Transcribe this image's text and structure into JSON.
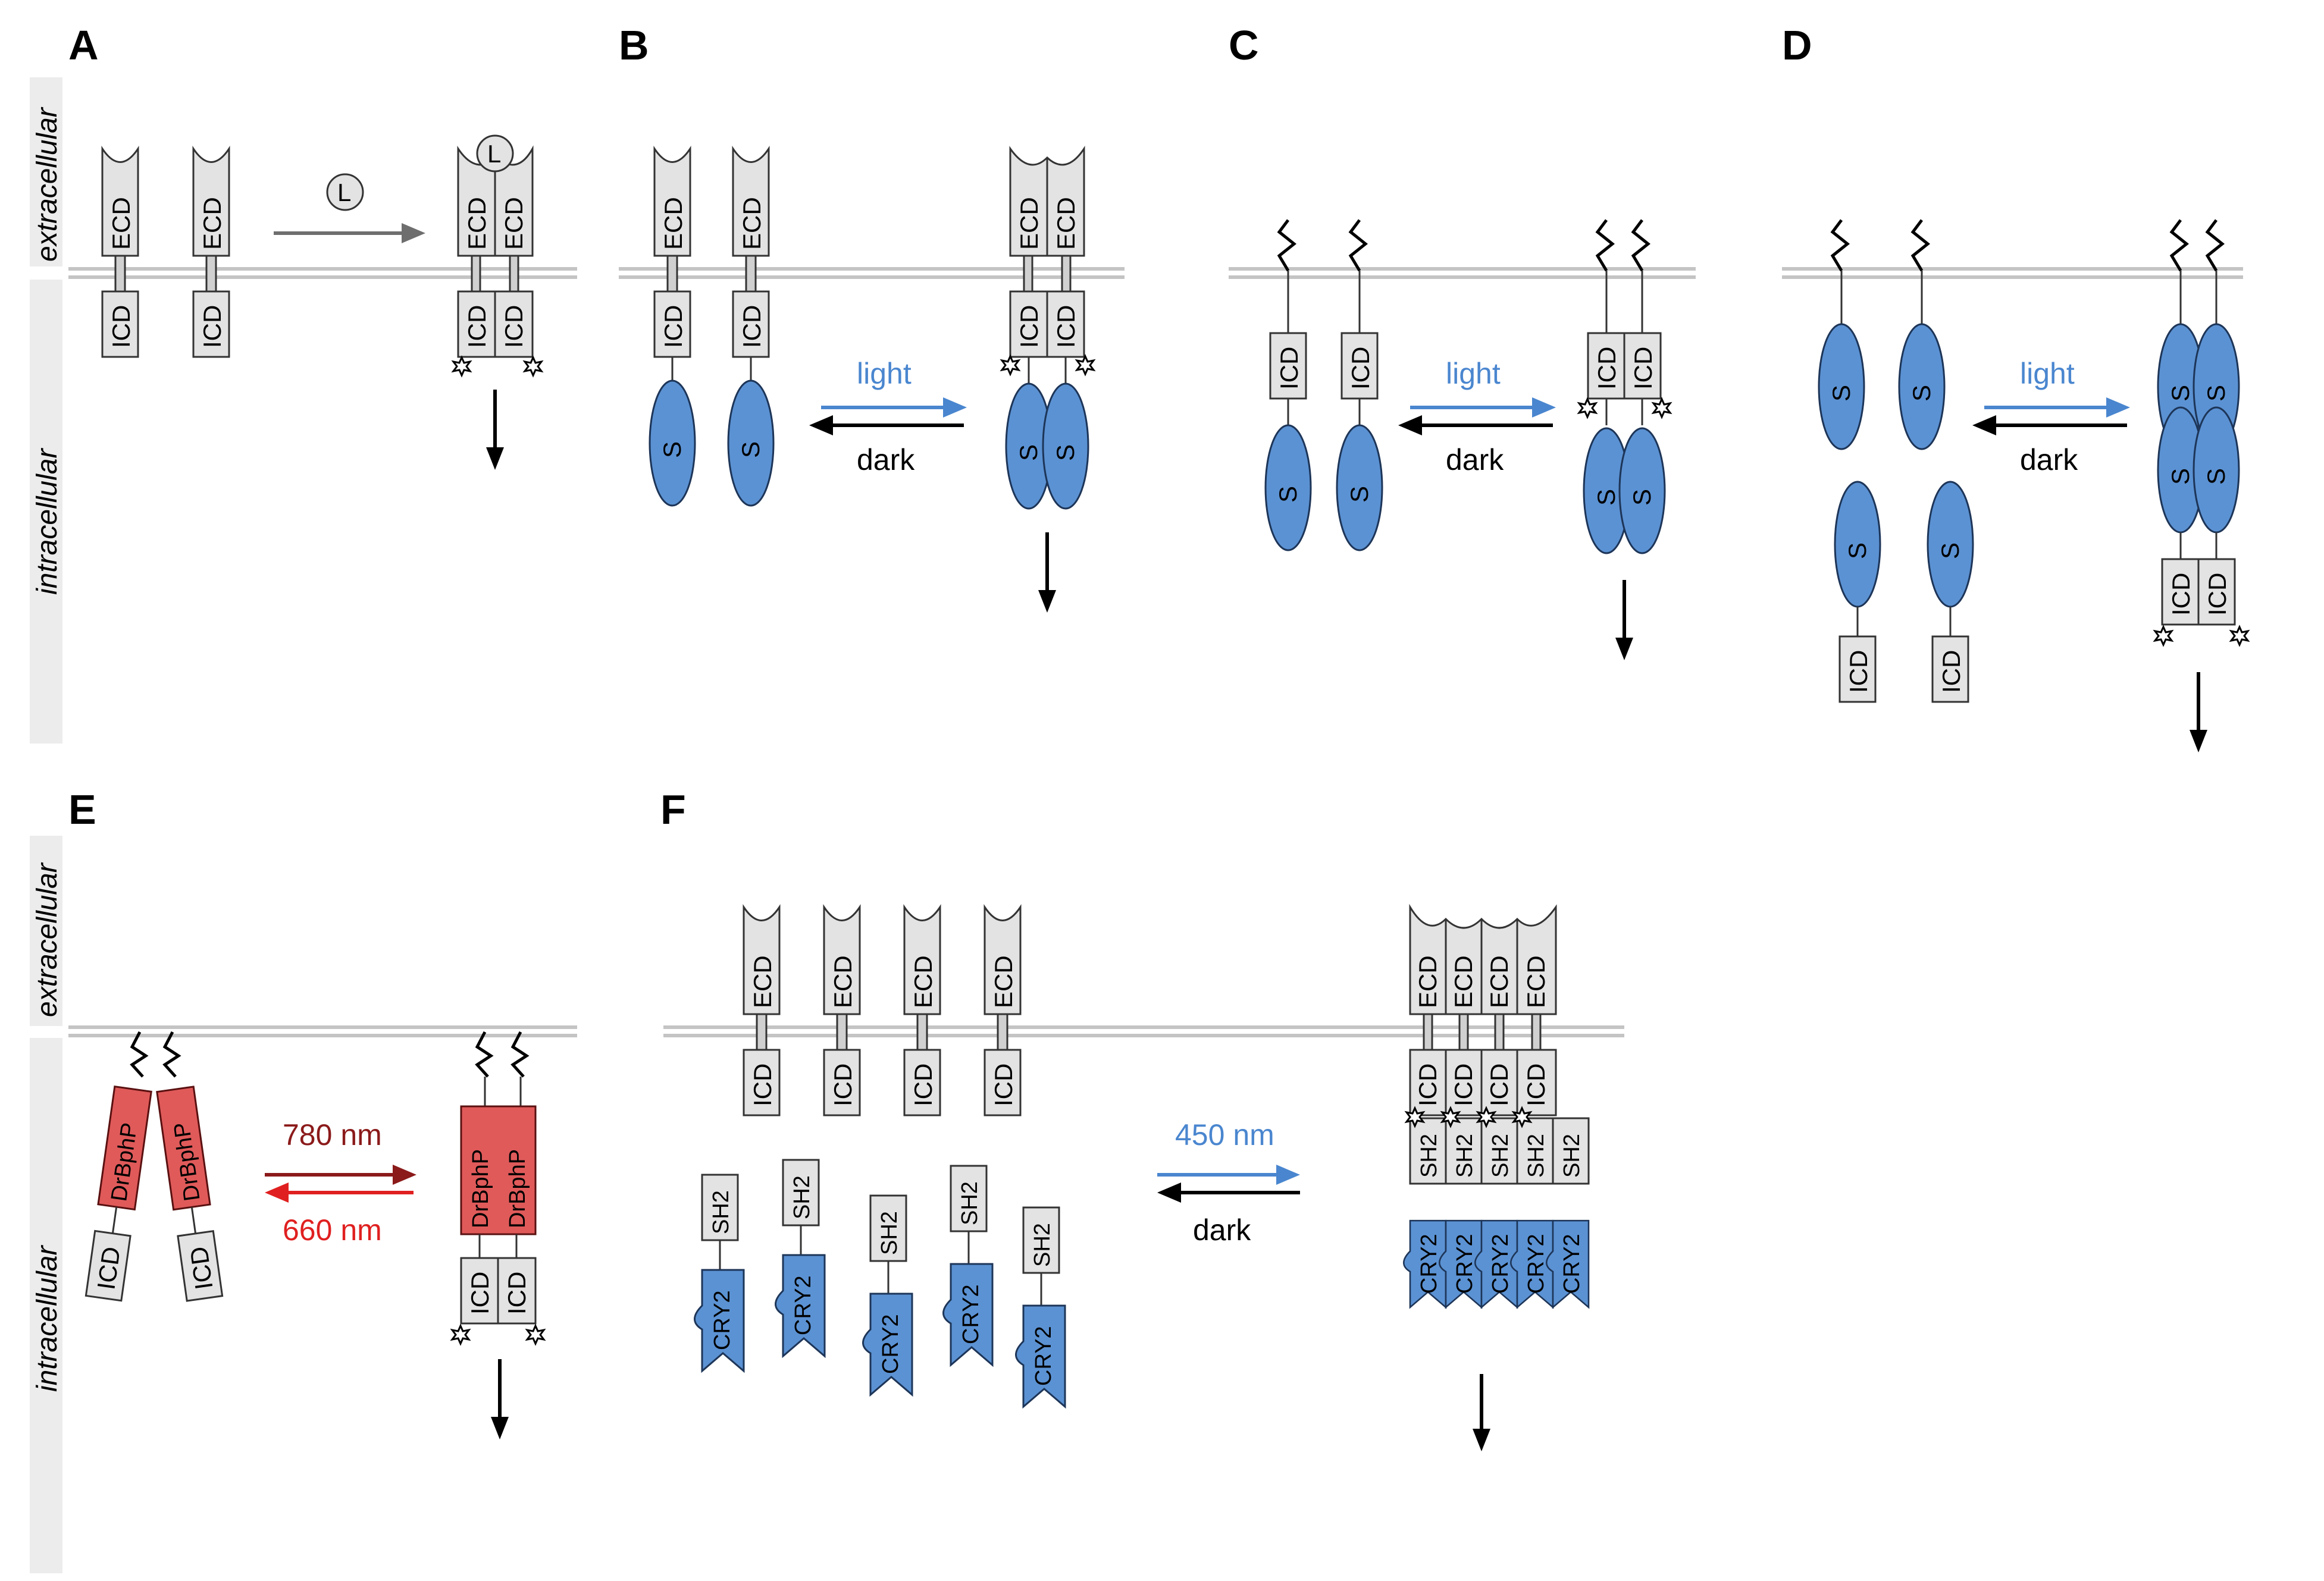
{
  "panels": {
    "A": "A",
    "B": "B",
    "C": "C",
    "D": "D",
    "E": "E",
    "F": "F"
  },
  "compartments": {
    "extracellular": "extracellular",
    "intracellular": "intracellular"
  },
  "domains": {
    "ecd": "ECD",
    "icd": "ICD",
    "sensor": "S",
    "ligand": "L",
    "drbphp": "DrBphP",
    "sh2": "SH2",
    "cry2": "CRY2"
  },
  "arrows": {
    "light": "light",
    "dark": "dark",
    "nm780": "780 nm",
    "nm660": "660 nm",
    "nm450": "450 nm"
  },
  "colors": {
    "light_blue": "#4a86cf",
    "dark": "#000000",
    "nm780": "#8b1a1a",
    "nm660": "#e02020",
    "nm450": "#4a86cf",
    "ligand_arrow": "#6e6e6e"
  }
}
